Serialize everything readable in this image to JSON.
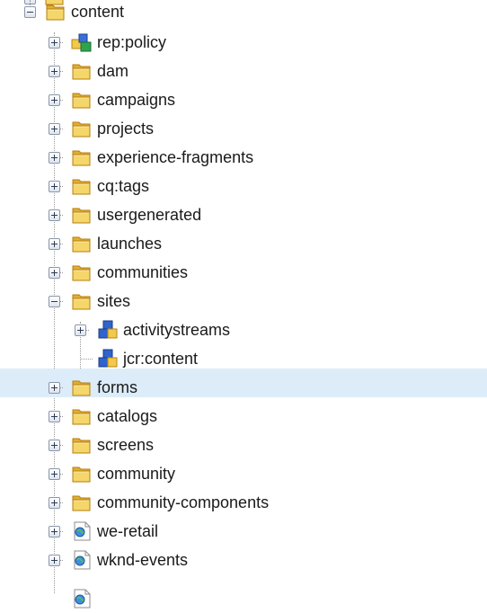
{
  "tree": {
    "root": {
      "label": "content",
      "icon": "folder-icon",
      "expanded": true
    },
    "items": [
      {
        "label": "rep:policy",
        "icon": "policy-icon",
        "level": 1,
        "expandable": true,
        "expanded": false
      },
      {
        "label": "dam",
        "icon": "folder-icon",
        "level": 1,
        "expandable": true,
        "expanded": false
      },
      {
        "label": "campaigns",
        "icon": "folder-icon",
        "level": 1,
        "expandable": true,
        "expanded": false
      },
      {
        "label": "projects",
        "icon": "folder-icon",
        "level": 1,
        "expandable": true,
        "expanded": false
      },
      {
        "label": "experience-fragments",
        "icon": "folder-icon",
        "level": 1,
        "expandable": true,
        "expanded": false
      },
      {
        "label": "cq:tags",
        "icon": "folder-icon",
        "level": 1,
        "expandable": true,
        "expanded": false
      },
      {
        "label": "usergenerated",
        "icon": "folder-icon",
        "level": 1,
        "expandable": true,
        "expanded": false
      },
      {
        "label": "launches",
        "icon": "folder-icon",
        "level": 1,
        "expandable": true,
        "expanded": false
      },
      {
        "label": "communities",
        "icon": "folder-icon",
        "level": 1,
        "expandable": true,
        "expanded": false
      },
      {
        "label": "sites",
        "icon": "folder-icon",
        "level": 1,
        "expandable": true,
        "expanded": true
      },
      {
        "label": "activitystreams",
        "icon": "node-icon",
        "level": 2,
        "expandable": true,
        "expanded": false
      },
      {
        "label": "jcr:content",
        "icon": "node-icon",
        "level": 2,
        "expandable": false,
        "expanded": false
      },
      {
        "label": "forms",
        "icon": "folder-icon",
        "level": 1,
        "expandable": true,
        "expanded": false,
        "selected": true
      },
      {
        "label": "catalogs",
        "icon": "folder-icon",
        "level": 1,
        "expandable": true,
        "expanded": false
      },
      {
        "label": "screens",
        "icon": "folder-icon",
        "level": 1,
        "expandable": true,
        "expanded": false
      },
      {
        "label": "community",
        "icon": "folder-icon",
        "level": 1,
        "expandable": true,
        "expanded": false
      },
      {
        "label": "community-components",
        "icon": "folder-icon",
        "level": 1,
        "expandable": true,
        "expanded": false
      },
      {
        "label": "we-retail",
        "icon": "page-icon",
        "level": 1,
        "expandable": true,
        "expanded": false
      },
      {
        "label": "wknd-events",
        "icon": "page-icon",
        "level": 1,
        "expandable": true,
        "expanded": false
      }
    ]
  },
  "colors": {
    "selection": "#dcecf9",
    "folder": "#f2c94c",
    "guides": "#9a9a9a"
  }
}
